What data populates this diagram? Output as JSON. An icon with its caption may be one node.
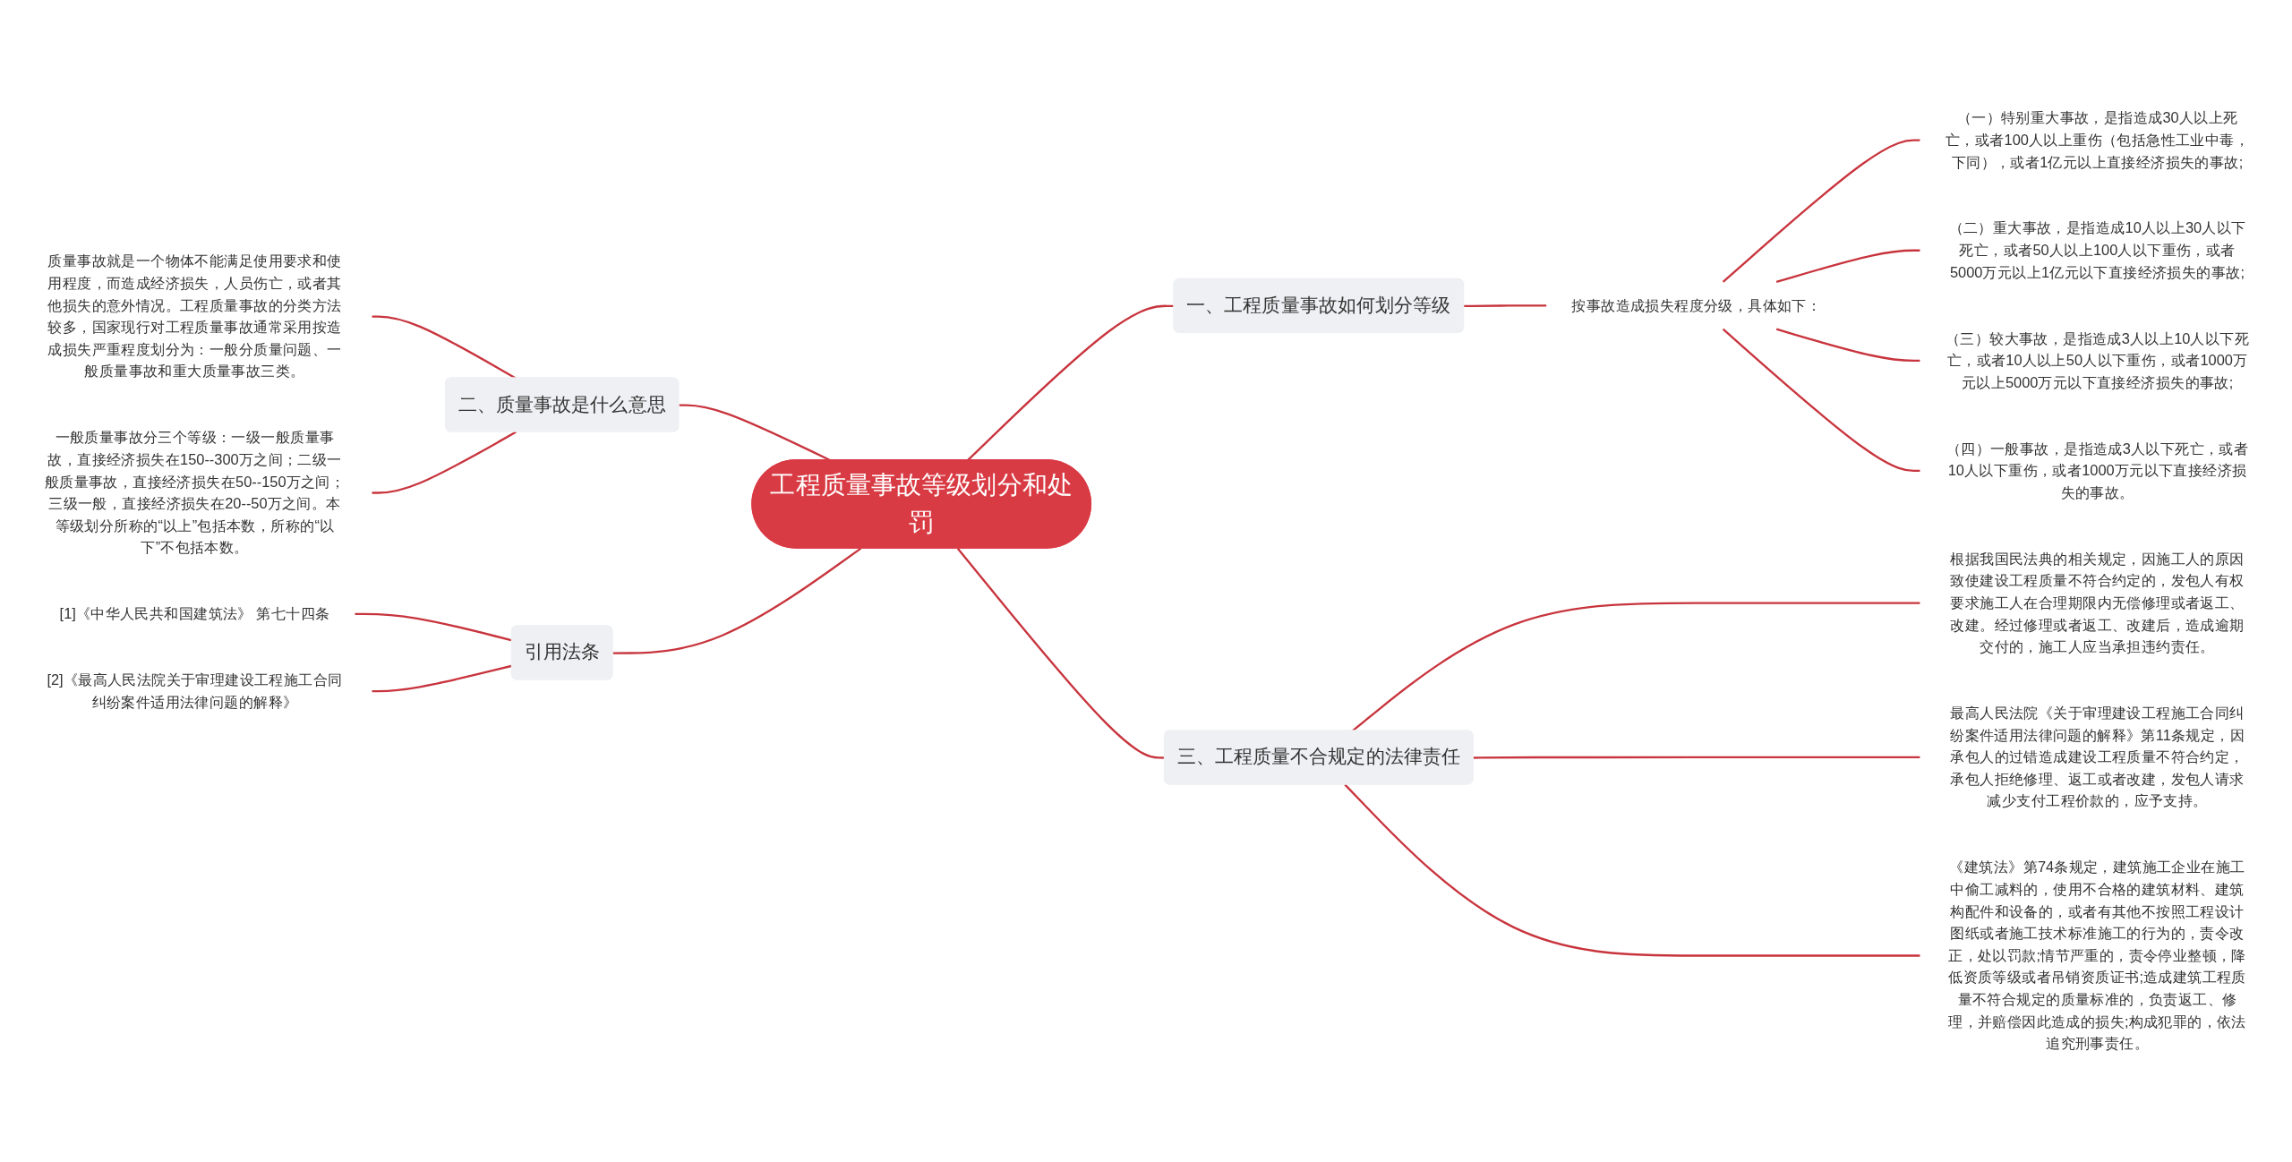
{
  "diagram": {
    "nodes": [
      {
        "text": [
          "工程质量事故等级划分和处罚"
        ]
      },
      {
        "text": [
          "一、工程质量事故如何划分等级"
        ]
      },
      {
        "text": [
          "按事故造成损失程度分级，具体如下："
        ]
      },
      {
        "text": [
          "（一）特别重大事故，是指造成30人以上死亡，或者100人以上重伤（包括急性工业中毒，下同），或者1亿元以上直接经济损失的事故;"
        ]
      },
      {
        "text": [
          "（二）重大事故，是指造成10人以上30人以下死亡，或者50人以上100人以下重伤，或者5000万元以上1亿元以下直接经济损失的事故;"
        ]
      },
      {
        "text": [
          "（三）较大事故，是指造成3人以上10人以下死亡，或者10人以上50人以下重伤，或者1000万元以上5000万元以下直接经济损失的事故;"
        ]
      },
      {
        "text": [
          "（四）一般事故，是指造成3人以下死亡，或者10人以下重伤，或者1000万元以下直接经济损失的事故。"
        ]
      },
      {
        "text": [
          "二、质量事故是什么意思"
        ]
      },
      {
        "text": [
          "质量事故就是一个物体不能满足使用要求和使用程度，而造成经济损失，人员伤亡，或者其他损失的意外情况。工程质量事故的分类方法较多，国家现行对工程质量事故通常采用按造成损失严重程度划分为：一般分质量问题、一般质量事故和重大质量事故三类。"
        ]
      },
      {
        "text": [
          "一般质量事故分三个等级：一级一般质量事故，直接经济损失在150--300万之间；二级一般质量事故，直接经济损失在50--150万之间；三级一般，直接经济损失在20--50万之间。本等级划分所称的“以上”包括本数，所称的“以下”不包括本数。"
        ]
      },
      {
        "text": [
          "三、工程质量不合规定的法律责任"
        ]
      },
      {
        "text": [
          "根据我国民法典的相关规定，因施工人的原因致使建设工程质量不符合约定的，发包人有权要求施工人在合理期限内无偿修理或者返工、改建。经过修理或者返工、改建后，造成逾期交付的，施工人应当承担违约责任。"
        ]
      },
      {
        "text": [
          "最高人民法院《关于审理建设工程施工合同纠纷案件适用法律问题的解释》第11条规定，因承包人的过错造成建设工程质量不符合约定，承包人拒绝修理、返工或者改建，发包人请求减少支付工程价款的，应予支持。"
        ]
      },
      {
        "text": [
          "《建筑法》第74条规定，建筑施工企业在施工中偷工减料的，使用不合格的建筑材料、建筑构配件和设备的，或者有其他不按照工程设计图纸或者施工技术标准施工的行为的，责令改正，处以罚款;情节严重的，责令停业整顿，降低资质等级或者吊销资质证书;造成建筑工程质量不符合规定的质量标准的，负责返工、修理，并赔偿因此造成的损失;构成犯罪的，依法追究刑事责任。"
        ]
      },
      {
        "text": [
          "引用法条"
        ]
      },
      {
        "text": [
          "[1]《中华人民共和国建筑法》 第七十四条"
        ]
      },
      {
        "text": [
          "[2]《最高人民法院关于审理建设工程施工合同纠纷案件适用法律问题的解释》"
        ]
      }
    ],
    "edges": [
      {
        "from": 0,
        "to": 1,
        "arrow": "none"
      },
      {
        "from": 1,
        "to": 2,
        "arrow": "none"
      },
      {
        "from": 2,
        "to": 3,
        "arrow": "none"
      },
      {
        "from": 2,
        "to": 4,
        "arrow": "none"
      },
      {
        "from": 2,
        "to": 5,
        "arrow": "none"
      },
      {
        "from": 2,
        "to": 6,
        "arrow": "none"
      },
      {
        "from": 7,
        "to": 0,
        "arrow": "none"
      },
      {
        "from": 8,
        "to": 7,
        "arrow": "none"
      },
      {
        "from": 9,
        "to": 7,
        "arrow": "none"
      },
      {
        "from": 0,
        "to": 10,
        "arrow": "none"
      },
      {
        "from": 10,
        "to": 11,
        "arrow": "none"
      },
      {
        "from": 10,
        "to": 12,
        "arrow": "none"
      },
      {
        "from": 10,
        "to": 13,
        "arrow": "none"
      },
      {
        "from": 14,
        "to": 0,
        "arrow": "none"
      },
      {
        "from": 15,
        "to": 14,
        "arrow": "none"
      },
      {
        "from": 16,
        "to": 14,
        "arrow": "none"
      }
    ]
  }
}
